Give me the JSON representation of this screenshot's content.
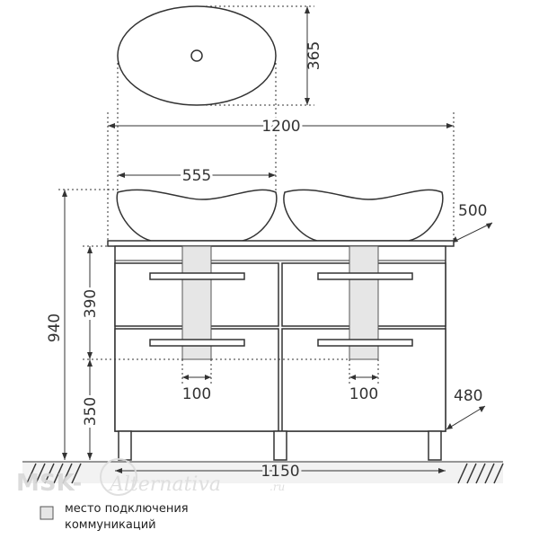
{
  "dimensions": {
    "basin_depth": "365",
    "total_width": "1200",
    "basin_width": "555",
    "worktop_depth": "500",
    "total_height": "940",
    "drawer_height": "390",
    "leg_height": "350",
    "connection_width_left": "100",
    "connection_width_right": "100",
    "cabinet_depth": "480",
    "cabinet_width": "1150"
  },
  "legend": {
    "line1": "место подключения",
    "line2": "коммуникаций"
  },
  "watermark": {
    "brand": "MSK-",
    "script": "Alternativa",
    "suffix": ".ru"
  },
  "colors": {
    "line": "#333333",
    "connection_zone": "#e6e6e6",
    "floor": "#f2f2f2"
  }
}
